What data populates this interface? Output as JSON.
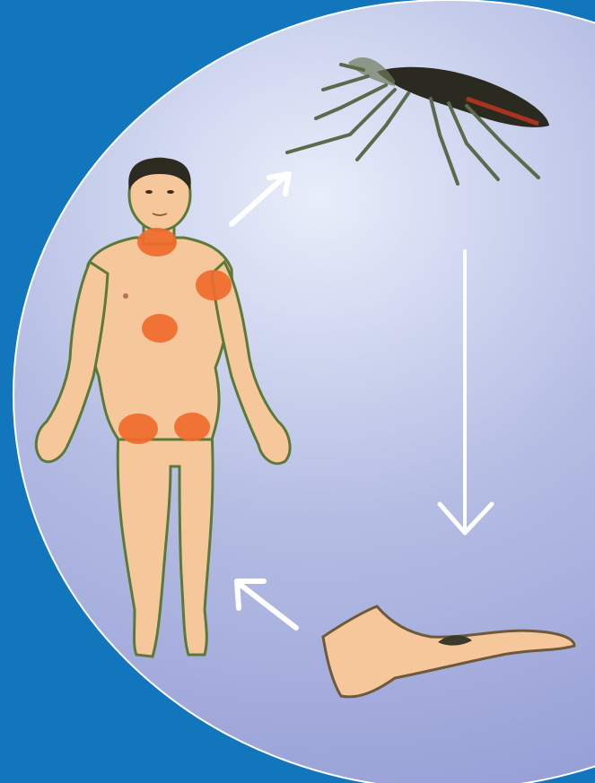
{
  "image": {
    "kind": "illustration",
    "subject_elements": [
      "human-figure",
      "mosquito",
      "arrow-to-mosquito",
      "arrow-down",
      "arrow-to-human",
      "arm-bitten"
    ],
    "colors": {
      "frame_blue": "#1276bd",
      "circle_bg_light": "#e9eefa",
      "circle_bg_mid": "#b5bde4",
      "circle_bg_dark": "#8f98d2",
      "skin": "#f7c79c",
      "skin_outline": "#5b7a3a",
      "hair": "#2d2a1f",
      "spot_orange": "#f06a2c",
      "arrow_white": "#ffffff",
      "mosquito_dark": "#2b2a20",
      "mosquito_legs": "#5a6a4a",
      "mosquito_red": "#c8371f"
    }
  }
}
